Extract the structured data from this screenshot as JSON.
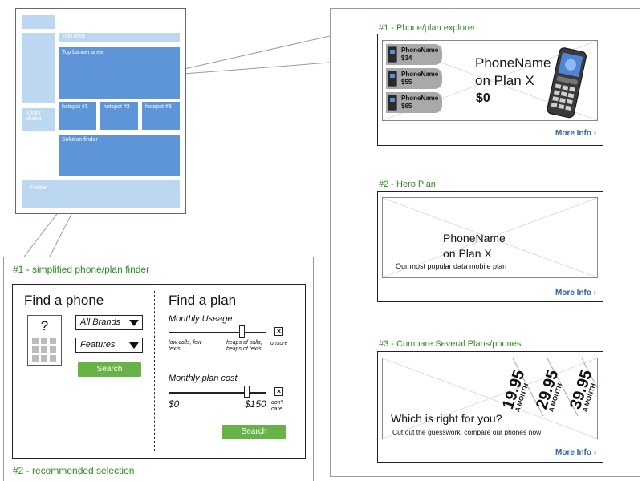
{
  "layout_wireframe": {
    "title_area": "Title area",
    "top_banner": "Top banner area",
    "sticky_phone": "Sticky phone",
    "hotspots": [
      "hotspot #1",
      "hotspot #2",
      "hotspot #3"
    ],
    "solution_finder": "Solution finder",
    "footer": "Footer"
  },
  "finder_section": {
    "title": "#1 - simplified phone/plan finder",
    "find_phone": {
      "heading": "Find a phone",
      "phone_placeholder": "?",
      "brand_select": "All Brands",
      "features_select": "Features",
      "search_label": "Search"
    },
    "find_plan": {
      "heading": "Find a plan",
      "usage": {
        "label": "Monthly Useage",
        "left_caption": "low calls, few texts",
        "right_caption": "heaps of calls, heaps of texts",
        "unsure_label": "unsure",
        "level": 0.75
      },
      "cost": {
        "label": "Monthly plan cost",
        "min": "$0",
        "max": "$150",
        "dont_care_label": "don't care",
        "level": 0.8
      },
      "search_label": "Search"
    },
    "recommended_title": "#2 - recommended selection"
  },
  "explorer_section": {
    "title": "#1 - Phone/plan explorer",
    "phones": [
      {
        "name": "PhoneName",
        "price": "$34"
      },
      {
        "name": "PhoneName",
        "price": "$55"
      },
      {
        "name": "PhoneName",
        "price": "$65"
      }
    ],
    "headline_1": "PhoneName",
    "headline_2": "on Plan X",
    "headline_price": "$0",
    "more_info": "More Info ›"
  },
  "hero_section": {
    "title": "#2 - Hero Plan",
    "headline_1": "PhoneName",
    "headline_2": "on Plan X",
    "subtext": "Our most popular data mobile plan",
    "more_info": "More Info ›"
  },
  "compare_section": {
    "title": "#3 - Compare Several Plans/phones",
    "prices": [
      {
        "amount": "19.95",
        "per": "A MONTH"
      },
      {
        "amount": "29.95",
        "per": "A MONTH"
      },
      {
        "amount": "39.95",
        "per": "A MONTH"
      }
    ],
    "question": "Which is right for you?",
    "subtext": "Cut out the guesswork, compare our phones now!",
    "more_info": "More Info ›"
  },
  "colors": {
    "section_title": "#2e8b22",
    "wireframe_light_blue": "#bcd8f1",
    "wireframe_blue": "#5e95d9",
    "button_green": "#67b347",
    "link_blue": "#2f5fa8"
  }
}
